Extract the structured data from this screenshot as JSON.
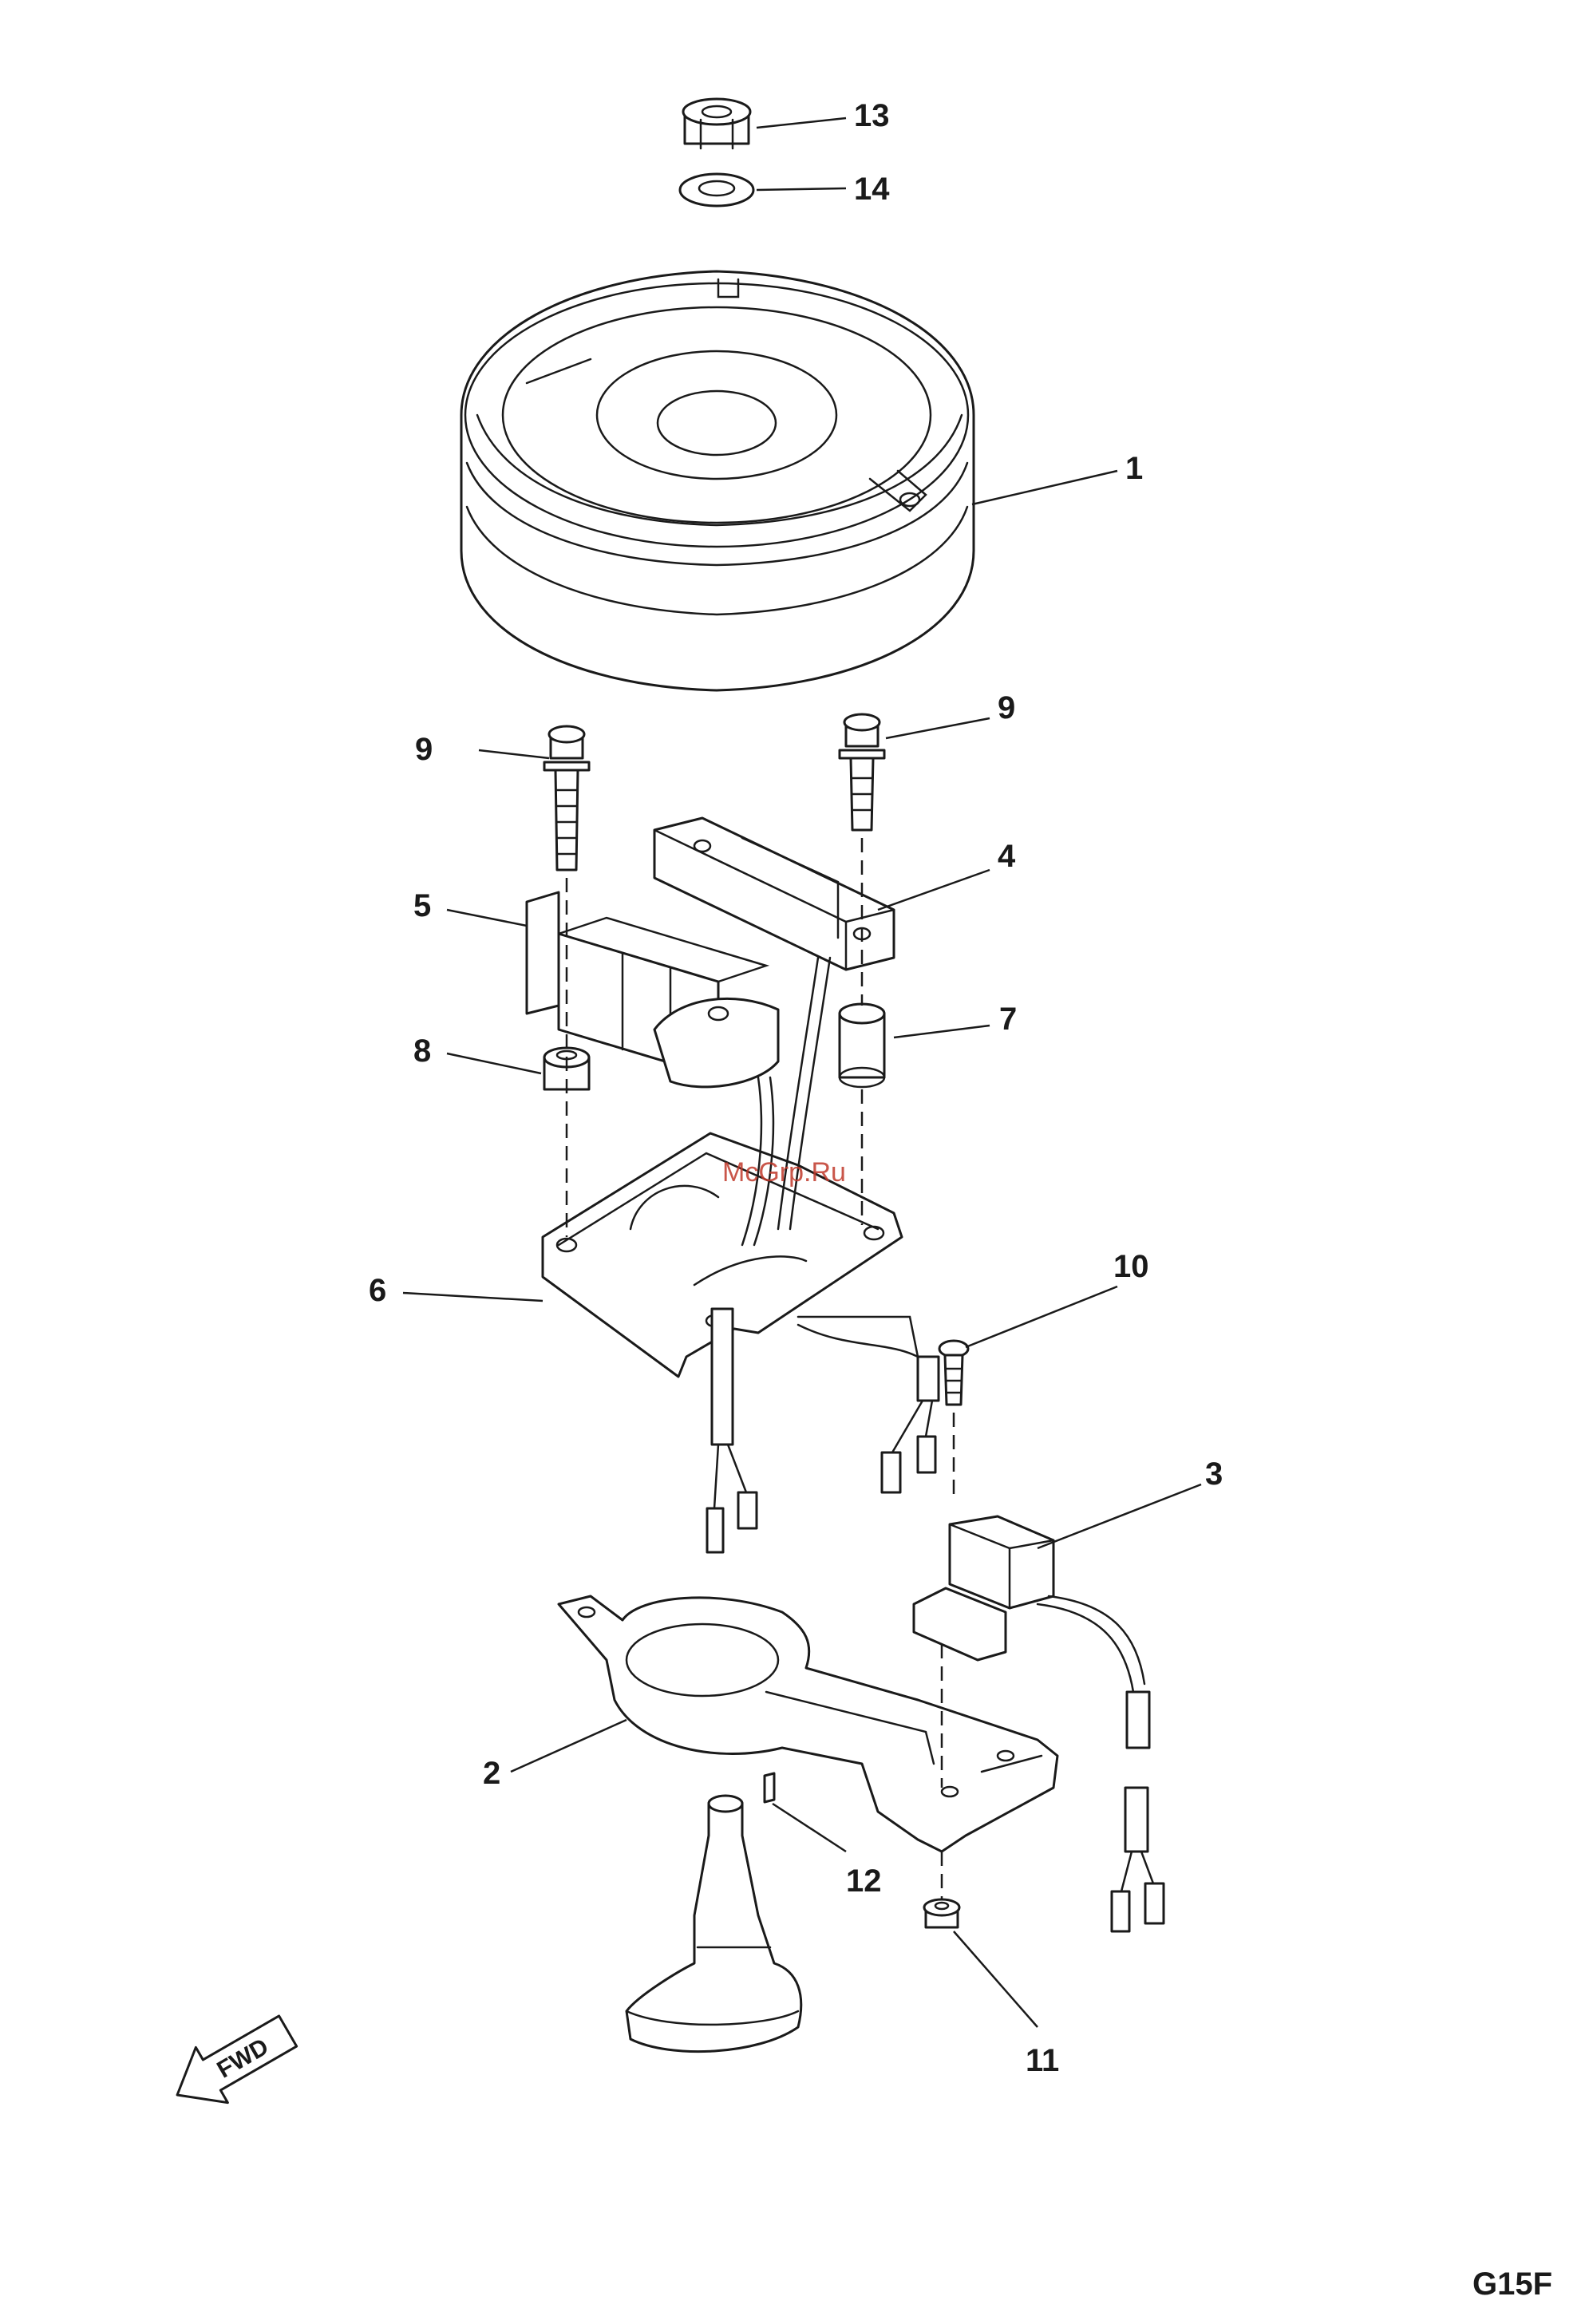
{
  "diagram": {
    "code": "G15F",
    "watermark": "McGrp.Ru",
    "direction_label": "FWD",
    "callouts": [
      "13",
      "14",
      "1",
      "9",
      "9",
      "4",
      "5",
      "7",
      "8",
      "6",
      "10",
      "3",
      "2",
      "12",
      "11"
    ]
  },
  "colors": {
    "line": "#1a1a1a",
    "background": "#ffffff",
    "watermark": "#c0392b"
  }
}
